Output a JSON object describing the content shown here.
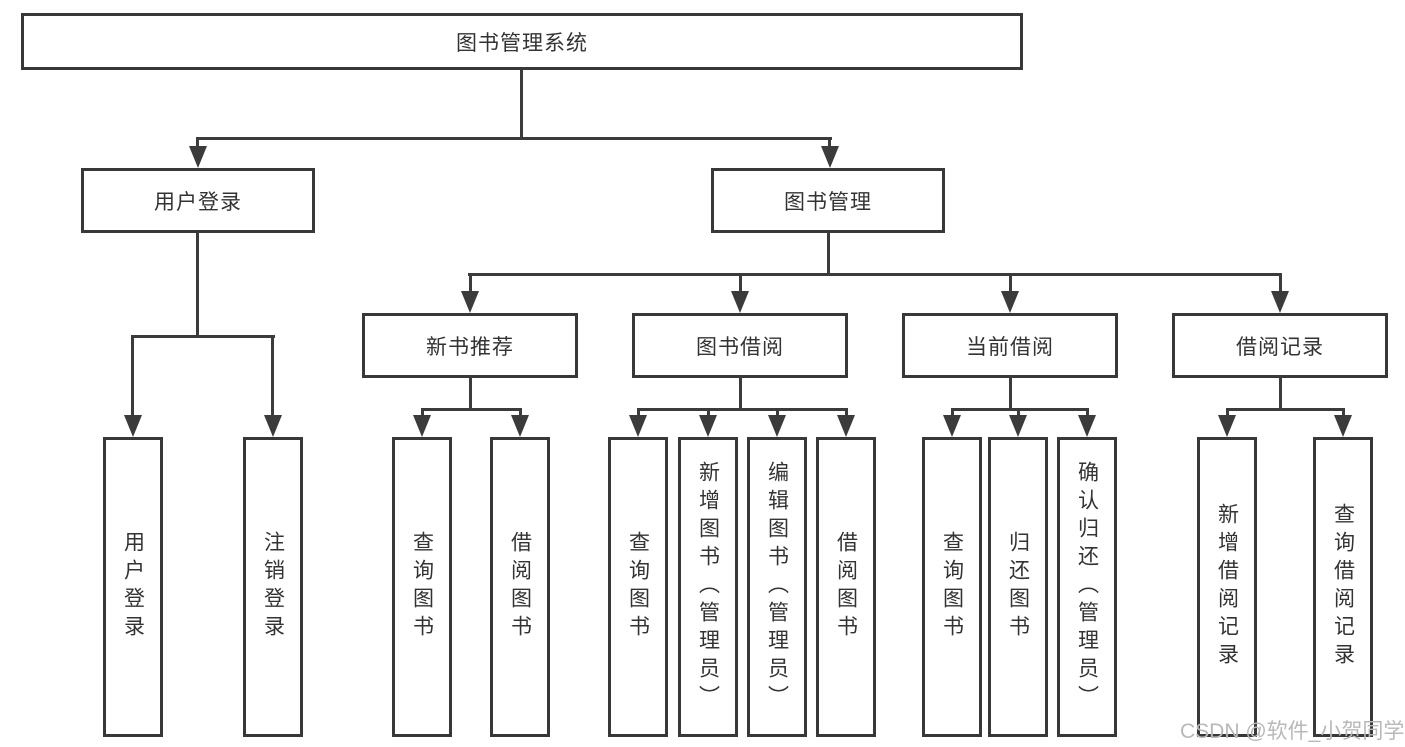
{
  "tree": {
    "root": {
      "label": "图书管理系统",
      "children": [
        {
          "label": "用户登录",
          "children": [
            {
              "label": "用户登录"
            },
            {
              "label": "注销登录"
            }
          ]
        },
        {
          "label": "图书管理",
          "children": [
            {
              "label": "新书推荐",
              "children": [
                {
                  "label": "查询图书"
                },
                {
                  "label": "借阅图书"
                }
              ]
            },
            {
              "label": "图书借阅",
              "children": [
                {
                  "label": "查询图书"
                },
                {
                  "label": "新增图书（管理员）"
                },
                {
                  "label": "编辑图书（管理员）"
                },
                {
                  "label": "借阅图书"
                }
              ]
            },
            {
              "label": "当前借阅",
              "children": [
                {
                  "label": "查询图书"
                },
                {
                  "label": "归还图书"
                },
                {
                  "label": "确认归还（管理员）"
                }
              ]
            },
            {
              "label": "借阅记录",
              "children": [
                {
                  "label": "新增借阅记录"
                },
                {
                  "label": "查询借阅记录"
                }
              ]
            }
          ]
        }
      ]
    },
    "watermark": "CSDN @软件_小贺同学",
    "colors": {
      "line": "#3b3b3b",
      "border": "#383838",
      "text": "#333333",
      "watermark": "#b8b8b8",
      "background": "#ffffff"
    }
  }
}
